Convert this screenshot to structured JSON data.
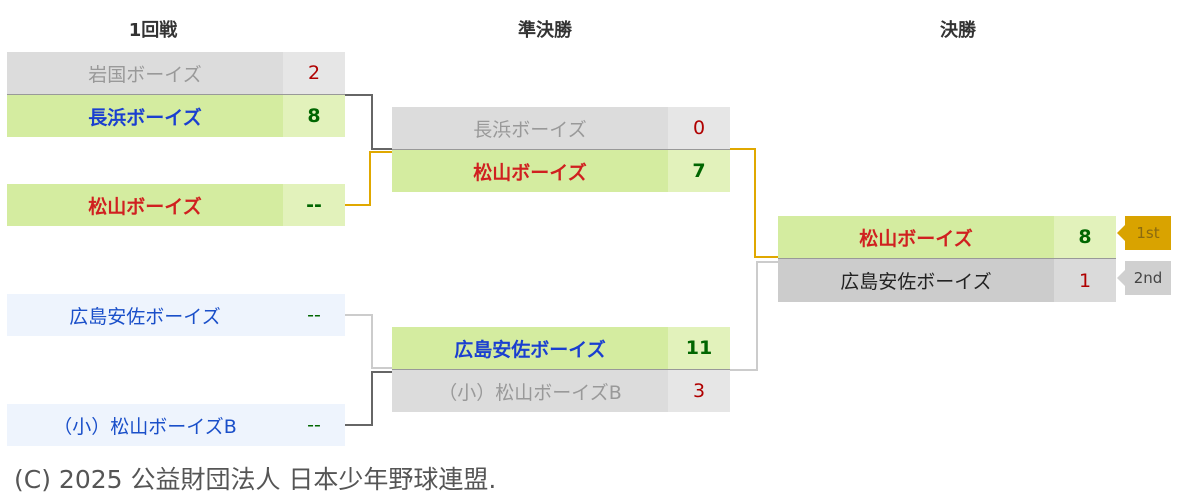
{
  "headers": {
    "round1": "1回戦",
    "semi": "準決勝",
    "final": "決勝"
  },
  "round1": [
    {
      "team1": {
        "name": "岩国ボーイズ",
        "score": "2"
      },
      "team2": {
        "name": "長浜ボーイズ",
        "score": "8"
      }
    },
    {
      "team1": {
        "name": "松山ボーイズ",
        "score": "--"
      }
    },
    {
      "team1": {
        "name": "広島安佐ボーイズ",
        "score": "--"
      }
    },
    {
      "team1": {
        "name": "（小）松山ボーイズB",
        "score": "--"
      }
    }
  ],
  "semi": [
    {
      "team1": {
        "name": "長浜ボーイズ",
        "score": "0"
      },
      "team2": {
        "name": "松山ボーイズ",
        "score": "7"
      }
    },
    {
      "team1": {
        "name": "広島安佐ボーイズ",
        "score": "11"
      },
      "team2": {
        "name": "（小）松山ボーイズB",
        "score": "3"
      }
    }
  ],
  "final": {
    "team1": {
      "name": "松山ボーイズ",
      "score": "8"
    },
    "team2": {
      "name": "広島安佐ボーイズ",
      "score": "1"
    }
  },
  "badges": {
    "first": "1st",
    "second": "2nd"
  },
  "footer": "(C) 2025 公益財団法人 日本少年野球連盟.",
  "colors": {
    "winner_bg": "#d4eca0",
    "gold": "#d9a300",
    "blue_team": "#1a3fd0",
    "red_team": "#d02020"
  }
}
